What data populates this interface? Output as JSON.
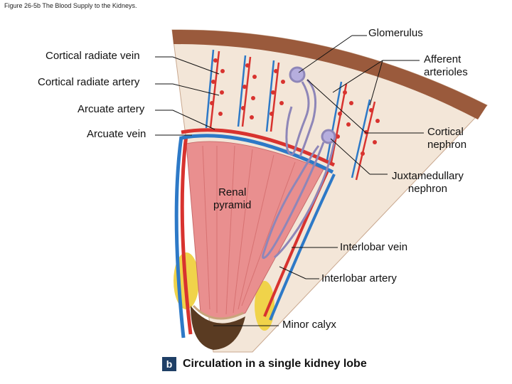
{
  "figure_title": "Figure 26-5b The Blood Supply to the Kidneys.",
  "labels": {
    "glomerulus": "Glomerulus",
    "cortical_radiate_vein": "Cortical radiate vein",
    "afferent_arterioles_1": "Afferent",
    "afferent_arterioles_2": "arterioles",
    "cortical_radiate_artery": "Cortical radiate artery",
    "arcuate_artery": "Arcuate artery",
    "arcuate_vein": "Arcuate vein",
    "cortical_nephron_1": "Cortical",
    "cortical_nephron_2": "nephron",
    "juxtamedullary_nephron_1": "Juxtamedullary",
    "juxtamedullary_nephron_2": "nephron",
    "renal_pyramid_1": "Renal",
    "renal_pyramid_2": "pyramid",
    "interlobar_vein": "Interlobar vein",
    "interlobar_artery": "Interlobar artery",
    "minor_calyx": "Minor calyx"
  },
  "caption": {
    "badge": "b",
    "text": "Circulation in a single kidney lobe"
  },
  "colors": {
    "capsule": "#9a5a3c",
    "cortex": "#f3e6d8",
    "pyramid": "#e98f8f",
    "artery": "#d8332f",
    "vein": "#2d79c7",
    "nephron": "#8e86b8",
    "fat": "#f0d34a",
    "calyx": "#5a3b22"
  }
}
